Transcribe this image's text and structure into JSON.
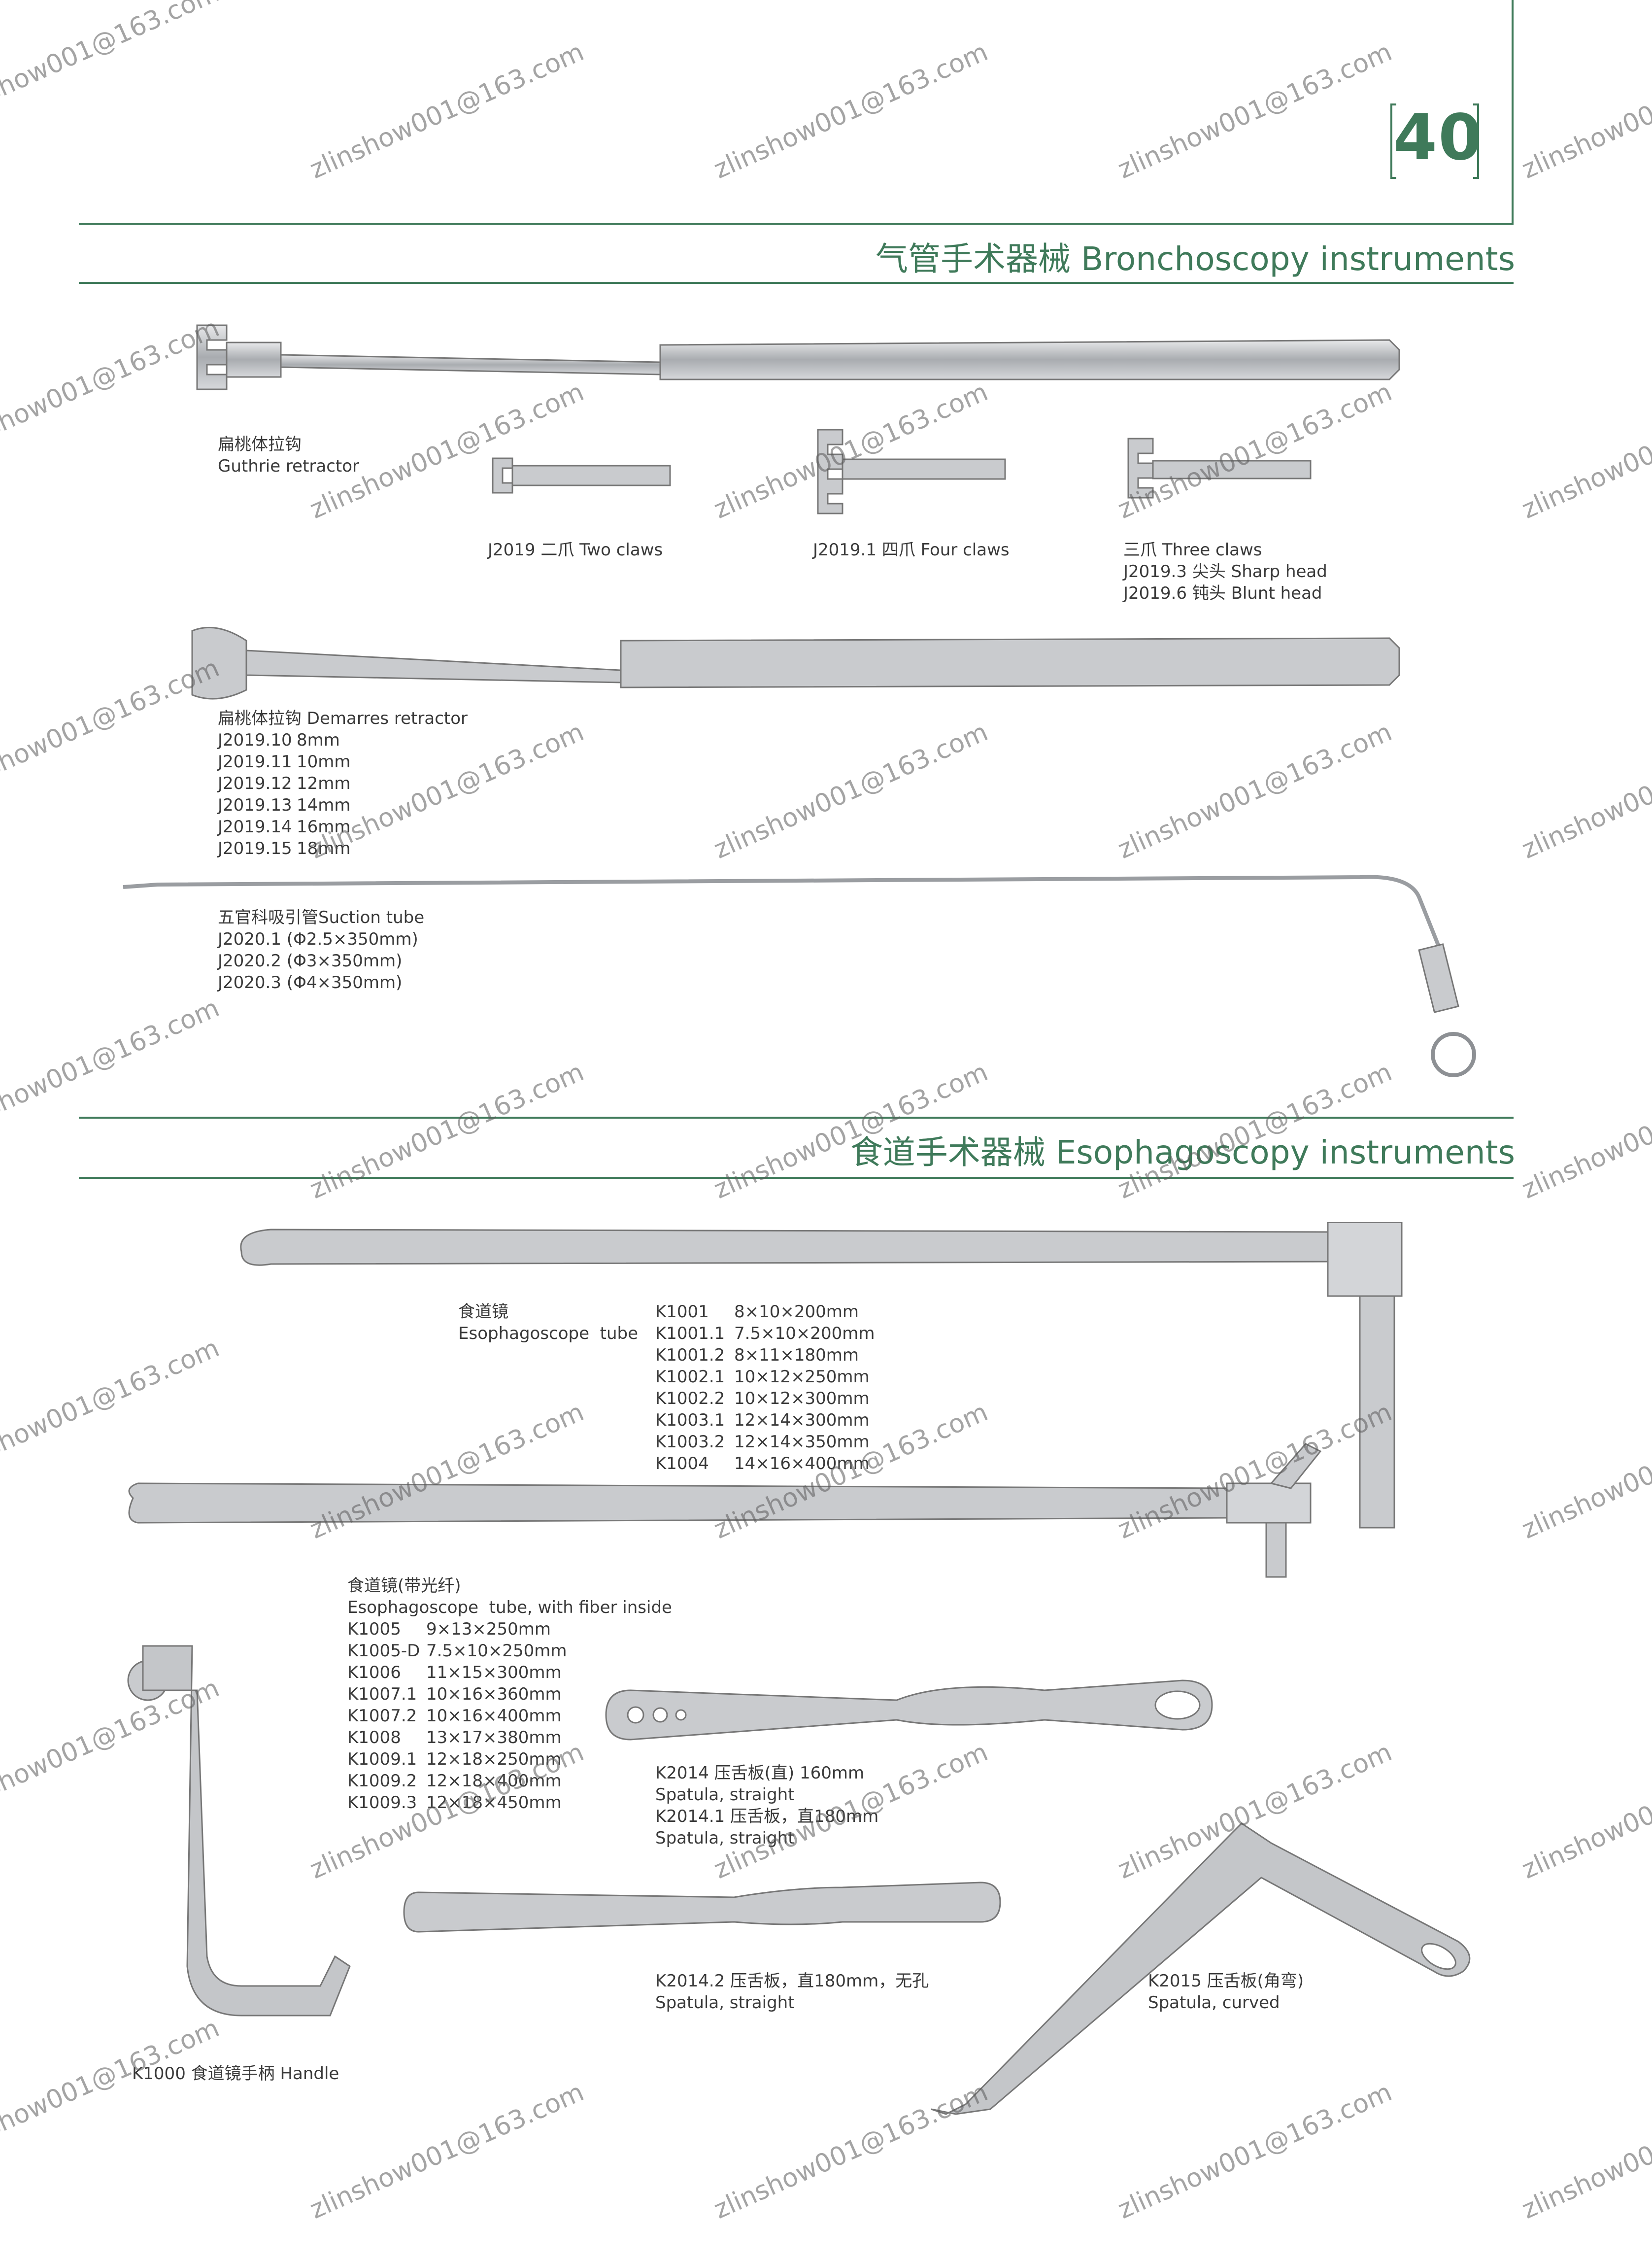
{
  "page_number": "40",
  "colors": {
    "accent": "#3f7a5a",
    "text": "#3a3a3a",
    "steel": "#b9bcc0"
  },
  "watermark": "zlinshow001@163.com",
  "sections": {
    "bronchoscopy": {
      "title": "气管手术器械 Bronchoscopy instruments"
    },
    "esophagoscopy": {
      "title": "食道手术器械 Esophagoscopy instruments"
    }
  },
  "items": {
    "guthrie": {
      "cn": "扁桃体拉钩",
      "en": "Guthrie retractor"
    },
    "two_claws": "J2019 二爪 Two claws",
    "four_claws": "J2019.1 四爪 Four claws",
    "three_claws": {
      "title": "三爪 Three claws",
      "sharp": "J2019.3 尖头 Sharp head",
      "blunt": "J2019.6 钝头 Blunt head"
    },
    "demarres": {
      "title": "扁桃体拉钩 Demarres retractor",
      "rows": [
        {
          "code": "J2019.10",
          "size": "8mm"
        },
        {
          "code": "J2019.11",
          "size": "10mm"
        },
        {
          "code": "J2019.12",
          "size": "12mm"
        },
        {
          "code": "J2019.13",
          "size": "14mm"
        },
        {
          "code": "J2019.14",
          "size": "16mm"
        },
        {
          "code": "J2019.15",
          "size": "18mm"
        }
      ]
    },
    "suction": {
      "title": "五官科吸引管Suction tube",
      "rows": [
        "J2020.1 (Φ2.5×350mm)",
        "J2020.2 (Φ3×350mm)",
        "J2020.3 (Φ4×350mm)"
      ]
    },
    "esophagoscope": {
      "cn": "食道镜",
      "en": "Esophagoscope  tube",
      "rows": [
        {
          "code": "K1001",
          "size": "8×10×200mm"
        },
        {
          "code": "K1001.1",
          "size": "7.5×10×200mm"
        },
        {
          "code": "K1001.2",
          "size": "8×11×180mm"
        },
        {
          "code": "K1002.1",
          "size": "10×12×250mm"
        },
        {
          "code": "K1002.2",
          "size": "10×12×300mm"
        },
        {
          "code": "K1003.1",
          "size": "12×14×300mm"
        },
        {
          "code": "K1003.2",
          "size": "12×14×350mm"
        },
        {
          "code": "K1004",
          "size": "14×16×400mm"
        }
      ]
    },
    "esophagoscope_fiber": {
      "cn": "食道镜(带光纤)",
      "en": "Esophagoscope  tube, with fiber inside",
      "rows": [
        {
          "code": "K1005",
          "size": "9×13×250mm"
        },
        {
          "code": "K1005-D",
          "size": "7.5×10×250mm"
        },
        {
          "code": "K1006",
          "size": "11×15×300mm"
        },
        {
          "code": "K1007.1",
          "size": "10×16×360mm"
        },
        {
          "code": "K1007.2",
          "size": "10×16×400mm"
        },
        {
          "code": "K1008",
          "size": "13×17×380mm"
        },
        {
          "code": "K1009.1",
          "size": "12×18×250mm"
        },
        {
          "code": "K1009.2",
          "size": "12×18×400mm"
        },
        {
          "code": "K1009.3",
          "size": "12×18×450mm"
        }
      ]
    },
    "spatula_straight": {
      "l1": "K2014 压舌板(直) 160mm",
      "l2": "Spatula, straight",
      "l3": "K2014.1 压舌板，直180mm",
      "l4": "Spatula, straight"
    },
    "spatula_nohole": {
      "l1": "K2014.2 压舌板，直180mm，无孔",
      "l2": "Spatula, straight"
    },
    "spatula_curved": {
      "l1": "K2015 压舌板(角弯)",
      "l2": "Spatula, curved"
    },
    "handle": "K1000 食道镜手柄 Handle"
  }
}
